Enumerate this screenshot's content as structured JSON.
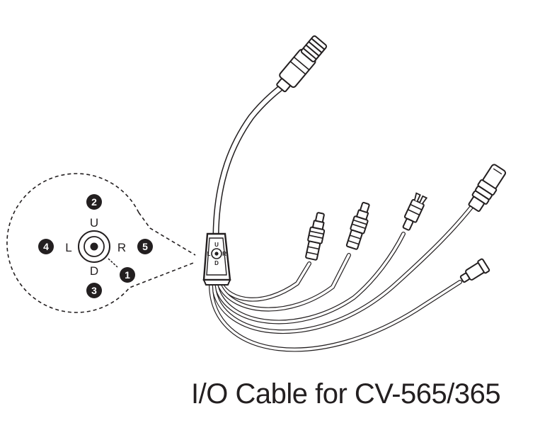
{
  "caption": "I/O Cable for CV-565/365",
  "joystick": {
    "up": "U",
    "down": "D",
    "left": "L",
    "right": "R",
    "callouts": [
      "1",
      "2",
      "3",
      "4",
      "5"
    ]
  },
  "hub_labels": {
    "up": "U",
    "down": "D",
    "left": "L",
    "right": "R"
  },
  "colors": {
    "line": "#231f20",
    "fill": "#ffffff"
  }
}
